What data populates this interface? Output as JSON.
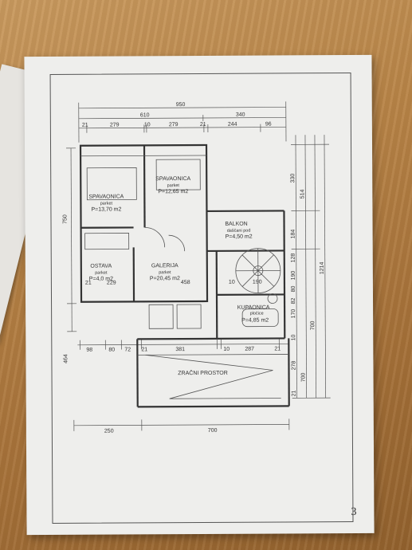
{
  "dims": {
    "top_total": "950",
    "top_left": "610",
    "top_right": "340",
    "row": [
      "21",
      "279",
      "10",
      "279",
      "21",
      "244",
      "96"
    ],
    "left_upper": "750",
    "left_lower": "464",
    "right_main": "1214",
    "right_col_a": [
      "330",
      "184",
      "700"
    ],
    "right_col_b": [
      "514",
      "700"
    ],
    "right_stair": [
      "128",
      "190",
      "80",
      "82",
      "170",
      "10",
      "278"
    ],
    "right_bottom": "21",
    "mid_row": [
      "98",
      "80",
      "72",
      "21",
      "381",
      "10",
      "287",
      "21"
    ],
    "bottom_left": "250",
    "bottom_right": "700",
    "mid_labels": [
      "21",
      "229",
      "458",
      "10",
      "190"
    ]
  },
  "rooms": {
    "bed1": {
      "name": "SPAVAONICA",
      "floor": "parket",
      "area": "P=13,70 m2"
    },
    "bed2": {
      "name": "SPAVAONICA",
      "floor": "parket",
      "area": "P=12,65 m2"
    },
    "balcony": {
      "name": "BALKON",
      "floor": "daščani pod",
      "area": "P=4,50 m2"
    },
    "storage": {
      "name": "OSTAVA",
      "floor": "parket",
      "area": "P=4,0 m2"
    },
    "gallery": {
      "name": "GALERIJA",
      "floor": "parket",
      "area": "P=20,45 m2"
    },
    "bath": {
      "name": "KUPAONICA",
      "floor": "pločice",
      "area": "P=4,85 m2"
    },
    "void": {
      "name": "ZRAČNI PROSTOR"
    }
  },
  "page_number": "3"
}
